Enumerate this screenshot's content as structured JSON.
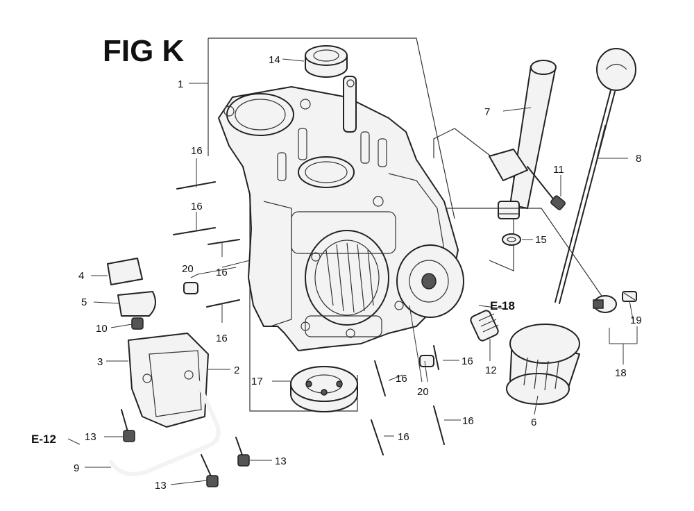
{
  "figure": {
    "title": "FIG K",
    "references": [
      "E-18",
      "E-12"
    ],
    "callouts": [
      {
        "id": "c14",
        "label": "14"
      },
      {
        "id": "c1",
        "label": "1"
      },
      {
        "id": "c7",
        "label": "7"
      },
      {
        "id": "c8",
        "label": "8"
      },
      {
        "id": "c16a",
        "label": "16"
      },
      {
        "id": "c16b",
        "label": "16"
      },
      {
        "id": "c16c",
        "label": "16"
      },
      {
        "id": "c16d",
        "label": "16"
      },
      {
        "id": "c11",
        "label": "11"
      },
      {
        "id": "c15",
        "label": "15"
      },
      {
        "id": "c20a",
        "label": "20"
      },
      {
        "id": "c4",
        "label": "4"
      },
      {
        "id": "c5",
        "label": "5"
      },
      {
        "id": "c10",
        "label": "10"
      },
      {
        "id": "c19",
        "label": "19"
      },
      {
        "id": "c3",
        "label": "3"
      },
      {
        "id": "c2",
        "label": "2"
      },
      {
        "id": "c16e",
        "label": "16"
      },
      {
        "id": "c16f",
        "label": "16"
      },
      {
        "id": "c12",
        "label": "12"
      },
      {
        "id": "c18",
        "label": "18"
      },
      {
        "id": "c17",
        "label": "17"
      },
      {
        "id": "c20b",
        "label": "20"
      },
      {
        "id": "c6",
        "label": "6"
      },
      {
        "id": "c16g",
        "label": "16"
      },
      {
        "id": "c16h",
        "label": "16"
      },
      {
        "id": "c13a",
        "label": "13"
      },
      {
        "id": "c13b",
        "label": "13"
      },
      {
        "id": "c9",
        "label": "9"
      },
      {
        "id": "c13c",
        "label": "13"
      }
    ]
  }
}
